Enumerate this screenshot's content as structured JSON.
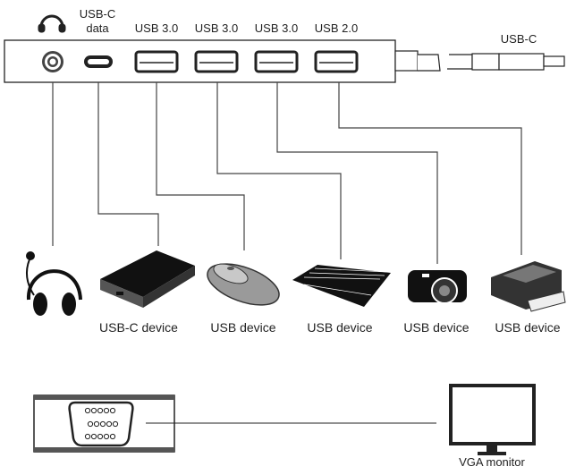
{
  "hub": {
    "ports": [
      {
        "id": "audio",
        "label": "",
        "icon": "headphone-icon"
      },
      {
        "id": "usbc",
        "label_line1": "USB-C",
        "label_line2": "data"
      },
      {
        "id": "usb1",
        "label": "USB 3.0"
      },
      {
        "id": "usb2",
        "label": "USB 3.0"
      },
      {
        "id": "usb3",
        "label": "USB 3.0"
      },
      {
        "id": "usb4",
        "label": "USB 2.0"
      }
    ],
    "cable_label": "USB-C"
  },
  "devices": [
    {
      "name": "headset",
      "label": ""
    },
    {
      "name": "external-drive",
      "label": "USB-C device"
    },
    {
      "name": "mouse",
      "label": "USB device"
    },
    {
      "name": "keyboard",
      "label": "USB device"
    },
    {
      "name": "camera",
      "label": "USB device"
    },
    {
      "name": "printer",
      "label": "USB device"
    }
  ],
  "vga": {
    "monitor_label": "VGA monitor"
  }
}
